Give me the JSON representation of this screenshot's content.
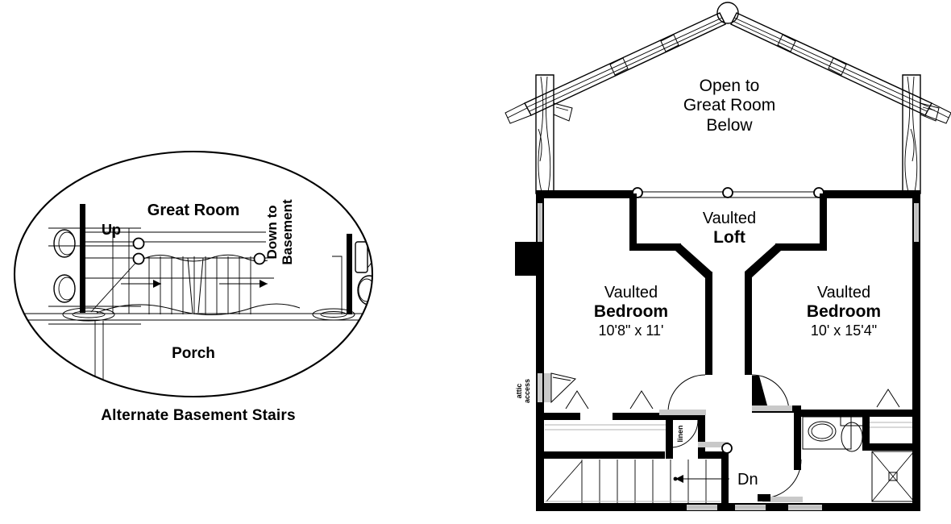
{
  "page": {
    "title": "Upper Floor Plan with Alternate Basement Stairs Inset",
    "background_color": "#ffffff",
    "line_color": "#000000",
    "wall_fill": "#000000",
    "window_fill": "#c9c9c9"
  },
  "inset": {
    "caption": "Alternate Basement Stairs",
    "labels": {
      "great_room": "Great Room",
      "up": "Up",
      "down_to_basement_line1": "Down to",
      "down_to_basement_line2": "Basement",
      "porch": "Porch"
    }
  },
  "main_plan": {
    "open_to_below": {
      "line1": "Open to",
      "line2": "Great Room",
      "line3": "Below"
    },
    "rooms": [
      {
        "name": "loft",
        "label_line1": "Vaulted",
        "label_line2": "Loft",
        "dimensions": ""
      },
      {
        "name": "bedroom-left",
        "label_line1": "Vaulted",
        "label_line2": "Bedroom",
        "dimensions": "10'8\" x 11'"
      },
      {
        "name": "bedroom-right",
        "label_line1": "Vaulted",
        "label_line2": "Bedroom",
        "dimensions": "10' x 15'4\""
      }
    ],
    "annotations": {
      "attic_access_line1": "attic",
      "attic_access_line2": "access",
      "linen": "linen",
      "down_stairs": "Dn"
    }
  }
}
